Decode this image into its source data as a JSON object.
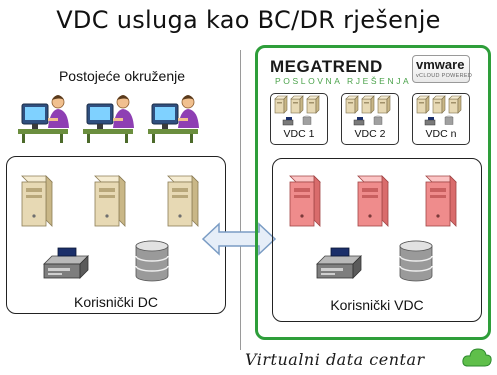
{
  "title": "VDC usluga kao BC/DR rješenje",
  "left": {
    "environment_label": "Postojeće okruženje",
    "datacenter_label": "Korisnički DC"
  },
  "right": {
    "brand": {
      "name": "MEGATREND",
      "tagline": "POSLOVNA RJEŠENJA"
    },
    "vmware": {
      "name": "vmware",
      "sub": "vCLOUD POWERED"
    },
    "vdcs": [
      {
        "label": "VDC 1"
      },
      {
        "label": "VDC 2"
      },
      {
        "label": "VDC n"
      }
    ],
    "inner_label": "Korisnički VDC",
    "footer": "Virtualni data centar"
  },
  "colors": {
    "frame_green": "#2e9e3a",
    "server_beige": "#e7d9b4",
    "server_red": "#ef8c8c",
    "arrow_blue": "#8fb3d9"
  }
}
